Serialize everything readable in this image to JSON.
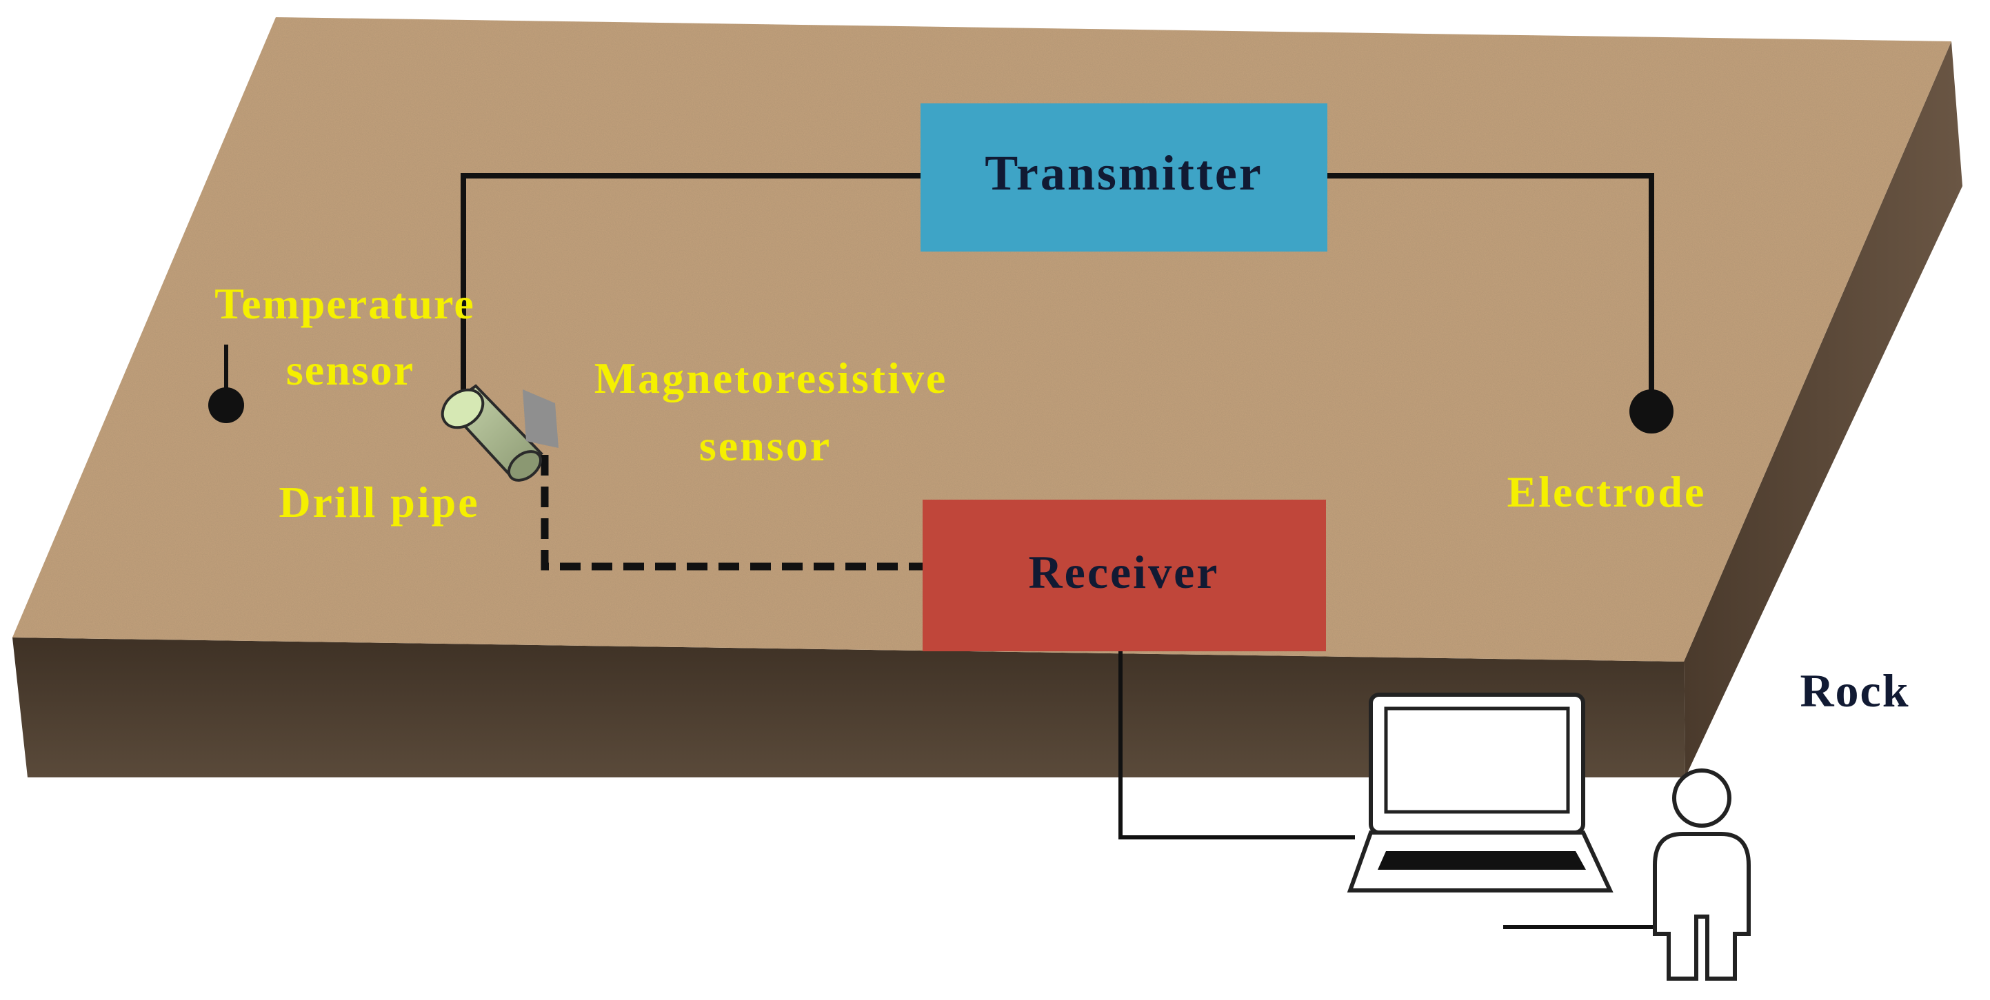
{
  "labels": {
    "transmitter": "Transmitter",
    "receiver": "Receiver",
    "temperature_sensor_line1": "Temperature",
    "temperature_sensor_line2": "sensor",
    "magnetoresistive_line1": "Magnetoresistive",
    "magnetoresistive_line2": "sensor",
    "drill_pipe": "Drill pipe",
    "electrode": "Electrode",
    "rock": "Rock"
  },
  "colors": {
    "ground_top": "#c4a27d",
    "ground_front": "#4a3b2c",
    "ground_side": "#5a4838",
    "transmitter_box": "#3ea4c6",
    "receiver_box": "#c0463a",
    "annotation_text": "#f5f000",
    "dark_text": "#111a33",
    "wire": "#111111",
    "drill_pipe": "#a8b592",
    "drill_pipe_cap": "#d6e8b4",
    "sensor_plate": "#8f8f8f"
  },
  "icons": {
    "computer": "laptop-icon",
    "operator": "person-icon"
  }
}
